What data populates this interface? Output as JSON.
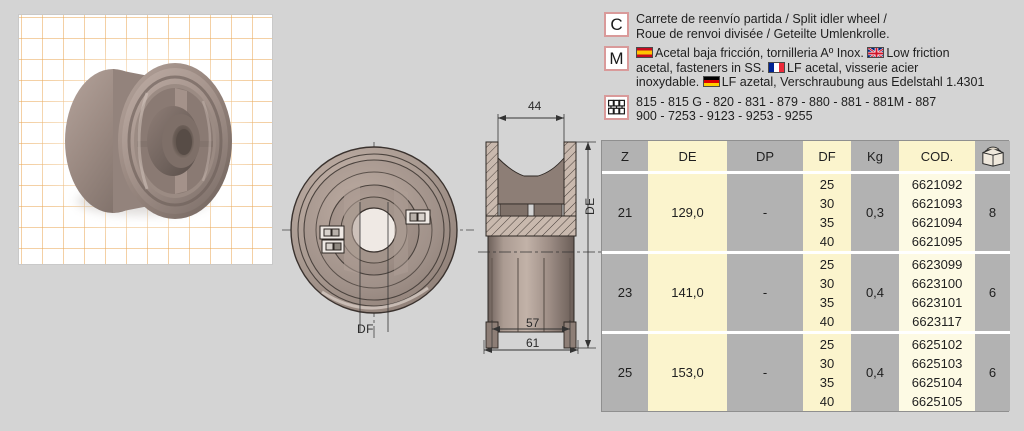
{
  "product": {
    "photo_alt": "split-idler-wheel-photo"
  },
  "drawing": {
    "front_view_label": "DF",
    "section_width_top": "44",
    "section_width_mid": "57",
    "section_width_bottom": "61",
    "section_height_label": "DE"
  },
  "legend": {
    "rows": [
      {
        "badge": "C",
        "badge_type": "letter",
        "lines": [
          "Carrete de reenvío partida / Split idler wheel /",
          "Roue de renvoi divisée / Geteilte Umlenkrolle."
        ]
      },
      {
        "badge": "M",
        "badge_type": "letter",
        "segments_line1_a": "Acetal baja fricción, tornilleria Aº Inox.",
        "segments_line1_b": "Low friction",
        "segments_line2_a": "acetal, fasteners in SS.",
        "segments_line2_b": "LF acetal, visserie acier",
        "segments_line3_a": "inoxydable.",
        "segments_line3_b": "LF azetal, Verschraubung aus Edelstahl 1.4301"
      },
      {
        "badge": "chain-icon",
        "badge_type": "icon",
        "lines": [
          "815 - 815 G - 820 - 831 - 879 - 880 - 881 - 881M - 887",
          "900 - 7253 - 9123 - 9253 - 9255"
        ]
      }
    ]
  },
  "table": {
    "headers": [
      "Z",
      "DE",
      "DP",
      "DF",
      "Kg",
      "COD.",
      "box-icon"
    ],
    "rows": [
      {
        "z": "21",
        "de": "129,0",
        "dp": "-",
        "df": [
          "25",
          "30",
          "35",
          "40"
        ],
        "kg": "0,3",
        "cod": [
          "6621092",
          "6621093",
          "6621094",
          "6621095"
        ],
        "box": "8"
      },
      {
        "z": "23",
        "de": "141,0",
        "dp": "-",
        "df": [
          "25",
          "30",
          "35",
          "40"
        ],
        "kg": "0,4",
        "cod": [
          "6623099",
          "6623100",
          "6623101",
          "6623117"
        ],
        "box": "6"
      },
      {
        "z": "25",
        "de": "153,0",
        "dp": "-",
        "df": [
          "25",
          "30",
          "35",
          "40"
        ],
        "kg": "0,4",
        "cod": [
          "6625102",
          "6625103",
          "6625104",
          "6625105"
        ],
        "box": "6"
      }
    ]
  },
  "colors": {
    "page_bg": "#d4d4d4",
    "table_grey": "#b2b2b2",
    "table_cream": "#fbf4cd",
    "badge_border": "#d99a9a",
    "wheel_body": "#9d8d86"
  }
}
